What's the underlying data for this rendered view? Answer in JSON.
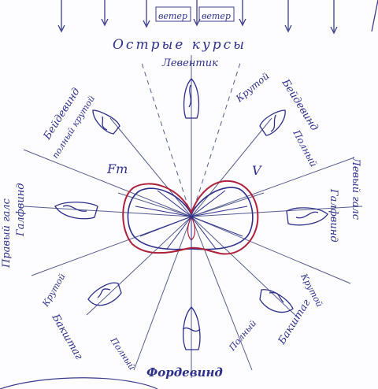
{
  "diagram": {
    "title": "Острые курсы",
    "wind_labels": [
      "ветер",
      "ветер"
    ],
    "courses": {
      "levantik": "Левентик",
      "beidewind_left": "Бейдевинд",
      "beidewind_left_sub": "полный   крутой",
      "beidewind_right": "Бейдевинд",
      "krutoy_right": "Крутой",
      "polny_right_top": "Полный",
      "galfvind_left": "Галфвинд",
      "galfvind_right": "Галфвинд",
      "galse_left": "Правый галс",
      "galse_right": "Левый галс",
      "baksh_left": "Бакштаг",
      "krutoy_left_bottom": "Крутой",
      "polny_left_bottom": "Полный",
      "baksh_right": "Бакштаг",
      "krutoy_right_bottom": "Крутой",
      "polny_right_bottom": "Полный",
      "fordewind": "Фордевинд"
    },
    "force_labels": {
      "ft": "Fт",
      "v": "V"
    },
    "colors": {
      "ink": "#2d2f8c",
      "red": "#b0203a",
      "pencil": "#555c90"
    }
  }
}
